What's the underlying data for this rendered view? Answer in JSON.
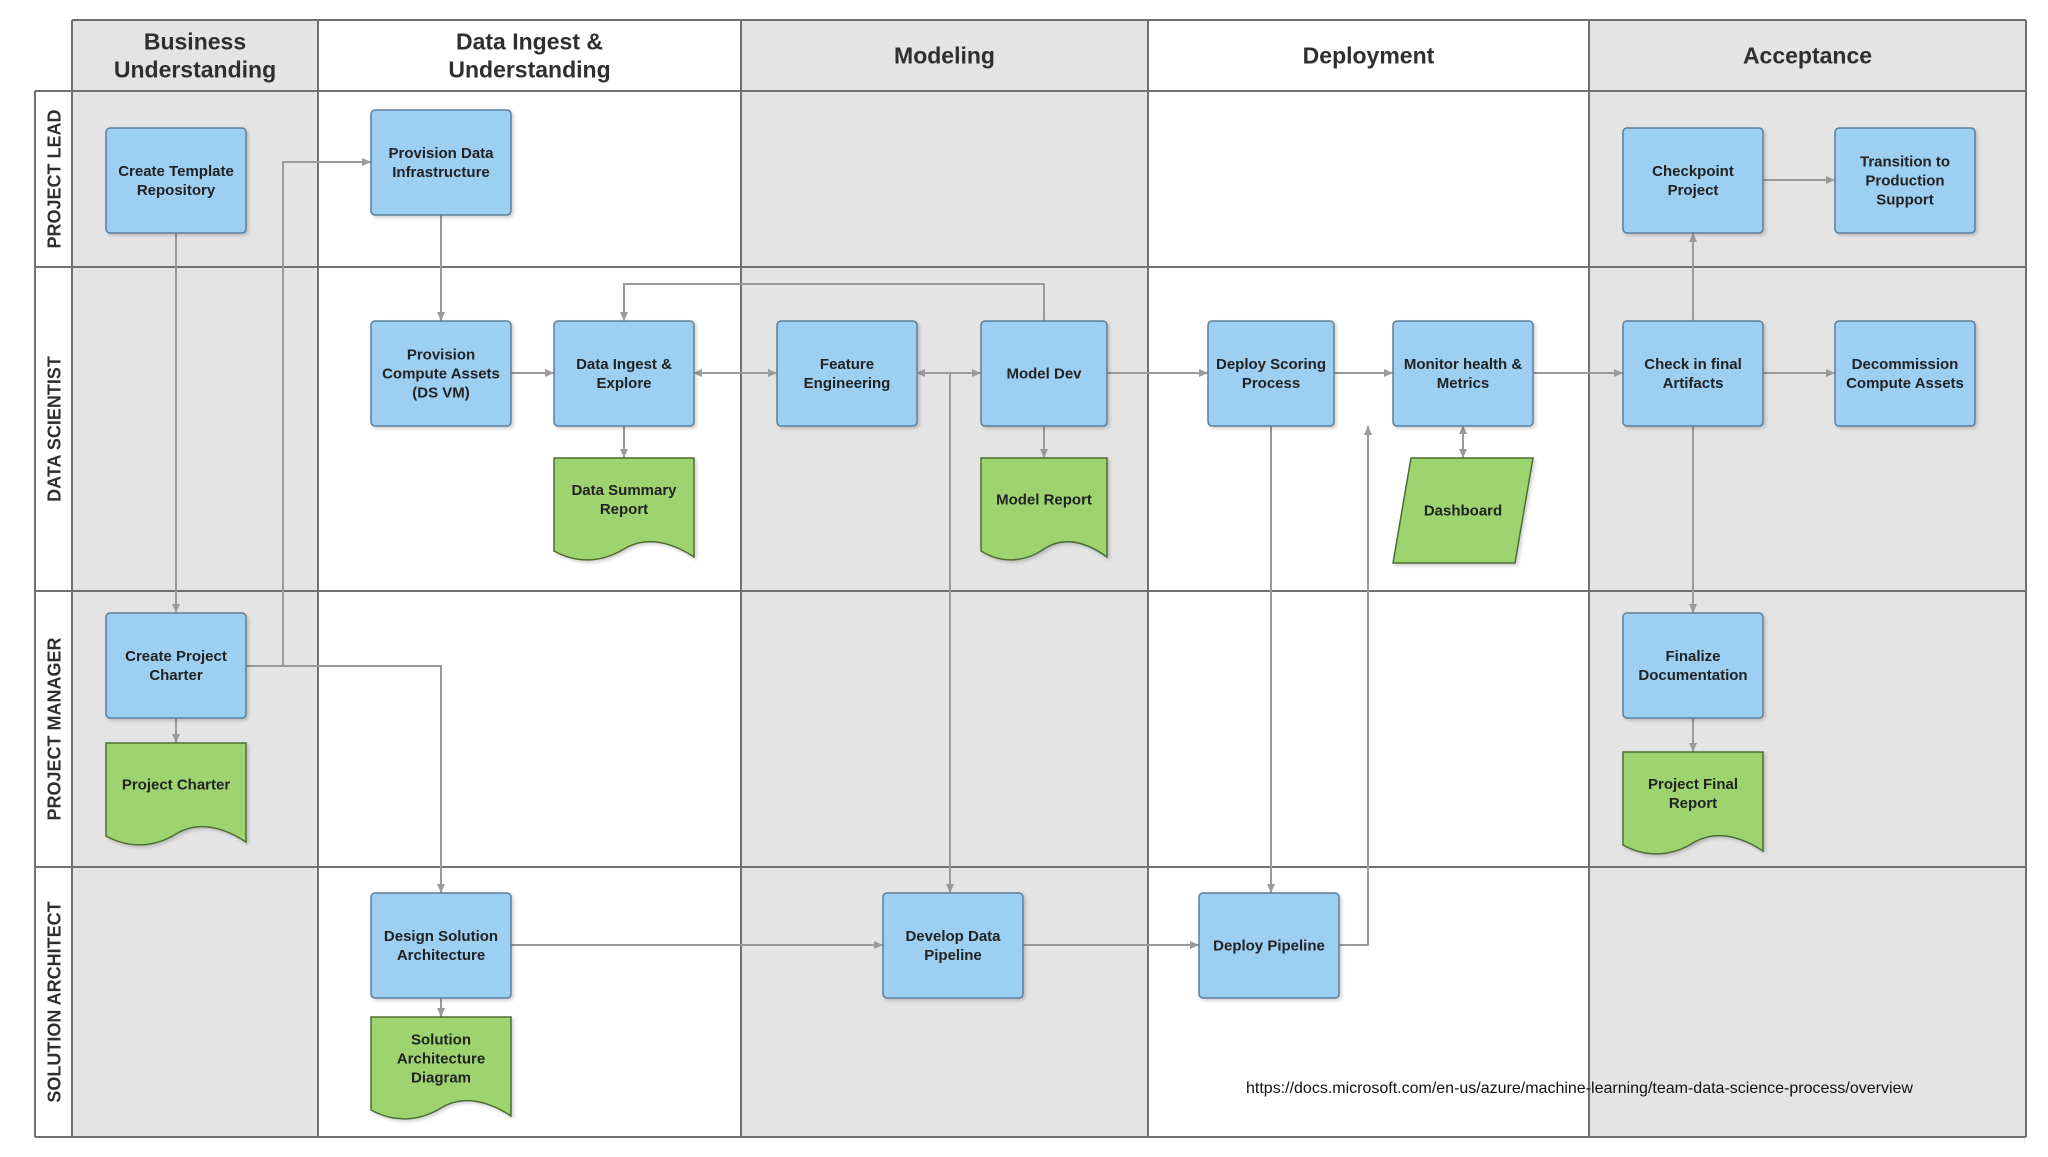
{
  "diagram": {
    "columns": [
      {
        "id": "business",
        "label": [
          "Business",
          "Understanding"
        ]
      },
      {
        "id": "ingest",
        "label": [
          "Data Ingest &",
          "Understanding"
        ]
      },
      {
        "id": "modeling",
        "label": [
          "Modeling"
        ]
      },
      {
        "id": "deployment",
        "label": [
          "Deployment"
        ]
      },
      {
        "id": "acceptance",
        "label": [
          "Acceptance"
        ]
      }
    ],
    "lanes": [
      {
        "id": "project-lead",
        "label": "PROJECT LEAD"
      },
      {
        "id": "data-scientist",
        "label": "DATA SCIENTIST"
      },
      {
        "id": "project-manager",
        "label": "PROJECT MANAGER"
      },
      {
        "id": "solution-architect",
        "label": "SOLUTION ARCHITECT"
      }
    ],
    "nodes": [
      {
        "id": "create-template-repository",
        "kind": "process",
        "label": [
          "Create Template",
          "Repository"
        ]
      },
      {
        "id": "provision-data-infrastructure",
        "kind": "process",
        "label": [
          "Provision Data",
          "Infrastructure"
        ]
      },
      {
        "id": "checkpoint-project",
        "kind": "process",
        "label": [
          "Checkpoint",
          "Project"
        ]
      },
      {
        "id": "transition-to-production-support",
        "kind": "process",
        "label": [
          "Transition to",
          "Production",
          "Support"
        ]
      },
      {
        "id": "provision-compute-assets",
        "kind": "process",
        "label": [
          "Provision",
          "Compute Assets",
          "(DS VM)"
        ]
      },
      {
        "id": "data-ingest-explore",
        "kind": "process",
        "label": [
          "Data Ingest &",
          "Explore"
        ]
      },
      {
        "id": "feature-engineering",
        "kind": "process",
        "label": [
          "Feature",
          "Engineering"
        ]
      },
      {
        "id": "model-dev",
        "kind": "process",
        "label": [
          "Model Dev"
        ]
      },
      {
        "id": "deploy-scoring-process",
        "kind": "process",
        "label": [
          "Deploy Scoring",
          "Process"
        ]
      },
      {
        "id": "monitor-health-metrics",
        "kind": "process",
        "label": [
          "Monitor health &",
          "Metrics"
        ]
      },
      {
        "id": "check-in-final-artifacts",
        "kind": "process",
        "label": [
          "Check in final",
          "Artifacts"
        ]
      },
      {
        "id": "decommission-compute-assets",
        "kind": "process",
        "label": [
          "Decommission",
          "Compute Assets"
        ]
      },
      {
        "id": "data-summary-report",
        "kind": "document",
        "label": [
          "Data Summary",
          "Report"
        ]
      },
      {
        "id": "model-report",
        "kind": "document",
        "label": [
          "Model Report"
        ]
      },
      {
        "id": "dashboard",
        "kind": "data",
        "label": [
          "Dashboard"
        ]
      },
      {
        "id": "create-project-charter",
        "kind": "process",
        "label": [
          "Create Project",
          "Charter"
        ]
      },
      {
        "id": "finalize-documentation",
        "kind": "process",
        "label": [
          "Finalize",
          "Documentation"
        ]
      },
      {
        "id": "project-charter",
        "kind": "document",
        "label": [
          "Project Charter"
        ]
      },
      {
        "id": "project-final-report",
        "kind": "document",
        "label": [
          "Project Final",
          "Report"
        ]
      },
      {
        "id": "design-solution-architecture",
        "kind": "process",
        "label": [
          "Design Solution",
          "Architecture"
        ]
      },
      {
        "id": "develop-data-pipeline",
        "kind": "process",
        "label": [
          "Develop Data",
          "Pipeline"
        ]
      },
      {
        "id": "deploy-pipeline",
        "kind": "process",
        "label": [
          "Deploy Pipeline"
        ]
      },
      {
        "id": "solution-architecture-diagram",
        "kind": "document",
        "label": [
          "Solution",
          "Architecture",
          "Diagram"
        ]
      }
    ],
    "edges": [
      {
        "from": "create-template-repository",
        "to": "create-project-charter"
      },
      {
        "from": "create-project-charter",
        "to": "project-charter"
      },
      {
        "from": "create-project-charter",
        "to": "provision-data-infrastructure"
      },
      {
        "from": "create-project-charter",
        "to": "design-solution-architecture"
      },
      {
        "from": "provision-data-infrastructure",
        "to": "provision-compute-assets"
      },
      {
        "from": "provision-compute-assets",
        "to": "data-ingest-explore"
      },
      {
        "from": "data-ingest-explore",
        "to": "data-summary-report"
      },
      {
        "from": "data-ingest-explore",
        "to": "feature-engineering",
        "bidirectional": true
      },
      {
        "from": "feature-engineering",
        "to": "model-dev",
        "bidirectional": true
      },
      {
        "from": "model-dev",
        "to": "data-ingest-explore"
      },
      {
        "from": "model-dev",
        "to": "model-report"
      },
      {
        "from": "model-dev",
        "to": "deploy-scoring-process"
      },
      {
        "from": "feature-engineering",
        "to": "develop-data-pipeline"
      },
      {
        "from": "deploy-scoring-process",
        "to": "monitor-health-metrics"
      },
      {
        "from": "deploy-scoring-process",
        "to": "deploy-pipeline"
      },
      {
        "from": "monitor-health-metrics",
        "to": "dashboard",
        "bidirectional": true
      },
      {
        "from": "monitor-health-metrics",
        "to": "check-in-final-artifacts"
      },
      {
        "from": "check-in-final-artifacts",
        "to": "checkpoint-project"
      },
      {
        "from": "checkpoint-project",
        "to": "transition-to-production-support"
      },
      {
        "from": "check-in-final-artifacts",
        "to": "decommission-compute-assets"
      },
      {
        "from": "check-in-final-artifacts",
        "to": "finalize-documentation"
      },
      {
        "from": "finalize-documentation",
        "to": "project-final-report"
      },
      {
        "from": "design-solution-architecture",
        "to": "solution-architecture-diagram"
      },
      {
        "from": "design-solution-architecture",
        "to": "develop-data-pipeline"
      },
      {
        "from": "develop-data-pipeline",
        "to": "deploy-pipeline"
      },
      {
        "from": "deploy-pipeline",
        "to": "monitor-health-metrics"
      }
    ],
    "source_url": "https://docs.microsoft.com/en-us/azure/machine-learning/team-data-science-process/overview"
  },
  "colors": {
    "process_fill": "#9dcff2",
    "process_stroke": "#5b7f9b",
    "document_fill": "#9ed46f",
    "document_stroke": "#4d6e33",
    "shaded_column": "#e4e4e4",
    "plain_column": "#ffffff",
    "grid_line": "#707070",
    "connector": "#9a9a9a"
  }
}
